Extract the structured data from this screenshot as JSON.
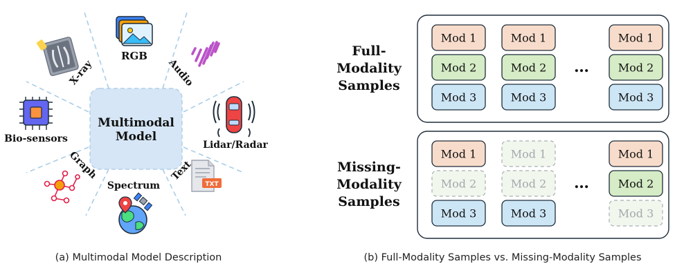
{
  "panel_a": {
    "center_label_line1": "Multimodal",
    "center_label_line2": "Model",
    "modalities": {
      "rgb": "RGB",
      "audio": "Audio",
      "lidar": "Lidar/Radar",
      "text": "Text",
      "spectrum": "Spectrum",
      "graph": "Graph",
      "biosensors": "Bio-sensors",
      "xray": "X-ray"
    },
    "text_icon_label": "TXT",
    "caption": "(a) Multimodal Model Description"
  },
  "panel_b": {
    "full_label": [
      "Full-",
      "Modality",
      "Samples"
    ],
    "missing_label": [
      "Missing-",
      "Modality",
      "Samples"
    ],
    "mod_labels": [
      "Mod 1",
      "Mod 2",
      "Mod 3"
    ],
    "ellipsis": "…",
    "full_presence": [
      [
        true,
        true,
        true
      ],
      [
        true,
        true,
        true
      ],
      [
        true,
        true,
        true
      ]
    ],
    "missing_presence": [
      [
        true,
        false,
        true
      ],
      [
        false,
        false,
        true
      ],
      [
        true,
        true,
        false
      ]
    ],
    "caption": "(b) Full-Modality Samples vs. Missing-Modality Samples"
  },
  "colors": {
    "mod1_fill": "#f8dccb",
    "mod2_fill": "#d5ecc6",
    "mod3_fill": "#cde6f6",
    "missing_fill": "#f2f7ee",
    "center_fill": "#d6e6f6",
    "divider": "#a9cde6",
    "outline": "#1e2d3b"
  }
}
